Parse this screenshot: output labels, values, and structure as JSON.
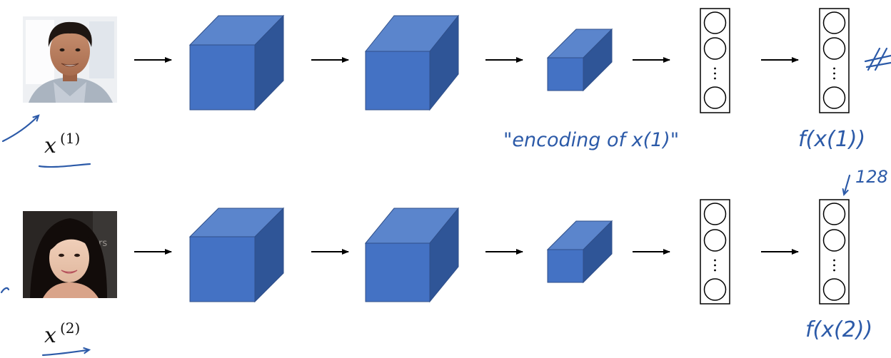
{
  "rows": [
    {
      "input_label": "x",
      "input_superscript": "(1)",
      "photo": "face-photo-man",
      "encoding_note": "\"encoding of x(1)\"",
      "output_label": "f(x(1))"
    },
    {
      "input_label": "x",
      "input_superscript": "(2)",
      "photo": "face-photo-woman",
      "encoding_note": "",
      "output_label": "f(x(2))"
    }
  ],
  "annotations": {
    "vector_size": "128"
  },
  "colors": {
    "cube_front": "#4472c4",
    "cube_top": "#5b85cc",
    "cube_side": "#2f5597",
    "ink": "#2c5aa8"
  },
  "icons": {
    "arrow": "right-arrow-icon",
    "vertical_dots": "vertical-ellipsis-icon"
  }
}
